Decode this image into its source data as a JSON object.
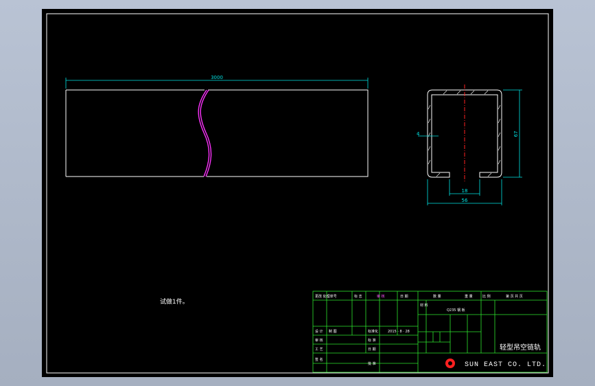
{
  "drawing": {
    "side_view": {
      "length_label": "3000"
    },
    "section_view": {
      "wall_thickness_label": "4",
      "slot_width_label": "18",
      "overall_width_label": "56",
      "overall_height_label": "67"
    },
    "note": "试做1件。"
  },
  "title_block": {
    "part_name": "轻型吊空链轨",
    "company": "SUN EAST CO. LTD.",
    "header_labels": [
      "更改 处理单号",
      "标 志",
      "审 核",
      "日 期",
      "数 量",
      "重 量",
      "比 例",
      "第 页 共 页"
    ],
    "material_label": "材 料",
    "material_value": "Q235 钢 板",
    "row_labels": {
      "design": "设 计",
      "drawing": "制 图",
      "check": "审 核",
      "process": "工 艺",
      "standard": "标 准",
      "approve": "批 准",
      "date": "日 期",
      "sign": "签 名",
      "std_check": "标准化",
      "date_range": "2015 · 8 · 28"
    },
    "colors": {
      "frame": "#2ee62e",
      "text": "#ffffff",
      "highlight": "#ff55ff"
    }
  }
}
